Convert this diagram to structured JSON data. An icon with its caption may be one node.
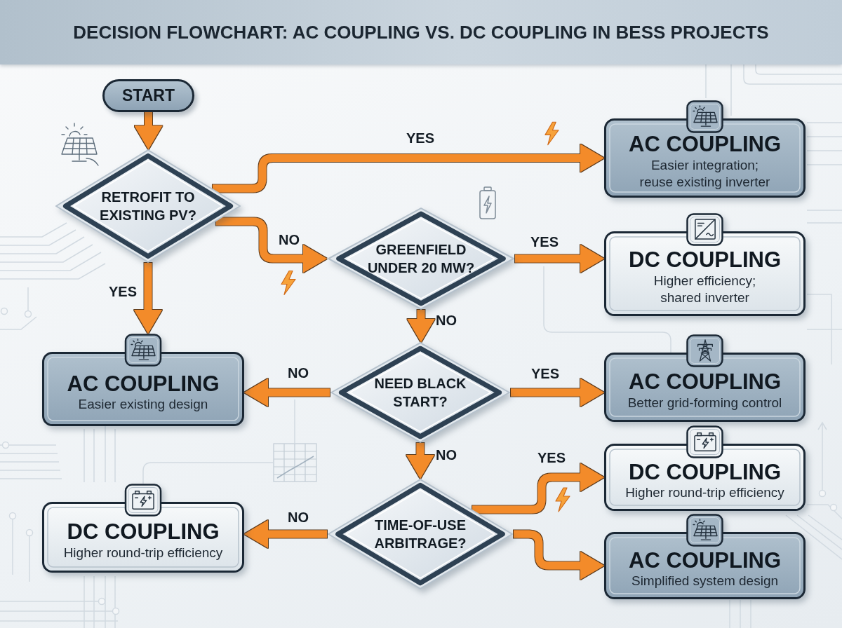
{
  "diagram": {
    "title": "DECISION FLOWCHART: AC COUPLING VS. DC COUPLING IN BESS PROJECTS",
    "nodes": [
      {
        "text": [
          "START"
        ]
      },
      {
        "text": [
          "RETROFIT TO EXISTING PV?"
        ]
      },
      {
        "text": [
          "AC COUPLING",
          "Easier integration; reuse existing inverter"
        ]
      },
      {
        "text": [
          "GREENFIELD UNDER 20 MW?"
        ]
      },
      {
        "text": [
          "DC COUPLING",
          "Higher efficiency; shared inverter"
        ]
      },
      {
        "text": [
          "AC COUPLING",
          "Easier existing design"
        ]
      },
      {
        "text": [
          "NEED BLACK START?"
        ]
      },
      {
        "text": [
          "AC COUPLING",
          "Better grid-forming control"
        ]
      },
      {
        "text": [
          "DC COUPLING",
          "Higher round-trip efficiency"
        ]
      },
      {
        "text": [
          "TIME-OF-USE ARBITRAGE?"
        ]
      },
      {
        "text": [
          "DC COUPLING",
          "Higher round-trip efficiency"
        ]
      },
      {
        "text": [
          "AC COUPLING",
          "Simplified system design"
        ]
      }
    ],
    "edges": [
      {
        "from": 0,
        "to": 1,
        "arrow": "to"
      },
      {
        "from": 1,
        "to": 2,
        "arrow": "to",
        "label": "YES"
      },
      {
        "from": 1,
        "to": 3,
        "arrow": "to",
        "label": "NO"
      },
      {
        "from": 1,
        "to": 5,
        "arrow": "to",
        "label": "YES"
      },
      {
        "from": 3,
        "to": 4,
        "arrow": "to",
        "label": "YES"
      },
      {
        "from": 3,
        "to": 6,
        "arrow": "to",
        "label": "NO"
      },
      {
        "from": 6,
        "to": 5,
        "arrow": "to",
        "label": "NO"
      },
      {
        "from": 6,
        "to": 7,
        "arrow": "to",
        "label": "YES"
      },
      {
        "from": 6,
        "to": 9,
        "arrow": "to",
        "label": "NO"
      },
      {
        "from": 9,
        "to": 8,
        "arrow": "to",
        "label": "YES"
      },
      {
        "from": 9,
        "to": 11,
        "arrow": "to"
      },
      {
        "from": 9,
        "to": 10,
        "arrow": "to",
        "label": "NO"
      }
    ]
  }
}
